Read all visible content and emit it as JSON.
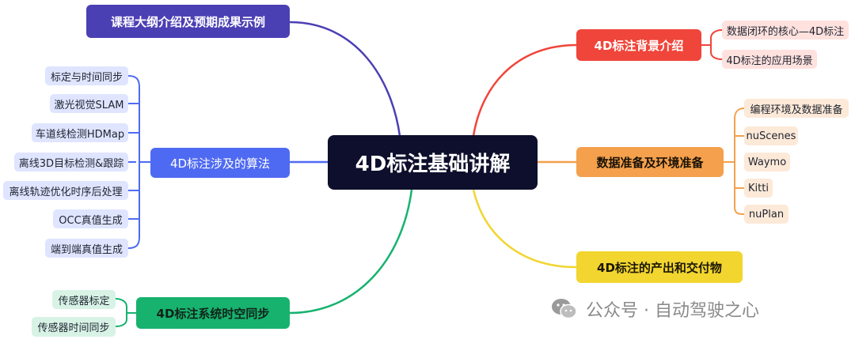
{
  "center": "4D标注基础讲解",
  "branches": {
    "course": "课程大纲介绍及预期成果示例",
    "algo": "4D标注涉及的算法",
    "sync": "4D标注系统时空同步",
    "background": "4D标注背景介绍",
    "data": "数据准备及环境准备",
    "output": "4D标注的产出和交付物"
  },
  "algo_items": [
    "标定与时间同步",
    "激光视觉SLAM",
    "车道线检测HDMap",
    "离线3D目标检测&跟踪",
    "离线轨迹优化时序后处理",
    "OCC真值生成",
    "端到端真值生成"
  ],
  "sync_items": [
    "传感器标定",
    "传感器时间同步"
  ],
  "background_items": [
    "数据闭环的核心—4D标注",
    "4D标注的应用场景"
  ],
  "data_items": [
    "编程环境及数据准备",
    "nuScenes",
    "Waymo",
    "Kitti",
    "nuPlan"
  ],
  "colors": {
    "course": "#4b3fb4",
    "algo": "#4f6af2",
    "sync": "#17b26e",
    "background": "#f0453a",
    "data": "#f4a04c",
    "output": "#f2d52f",
    "center": "#0d0f2c"
  },
  "watermark": {
    "icon": "wechat-icon",
    "text": "公众号 · 自动驾驶之心"
  }
}
